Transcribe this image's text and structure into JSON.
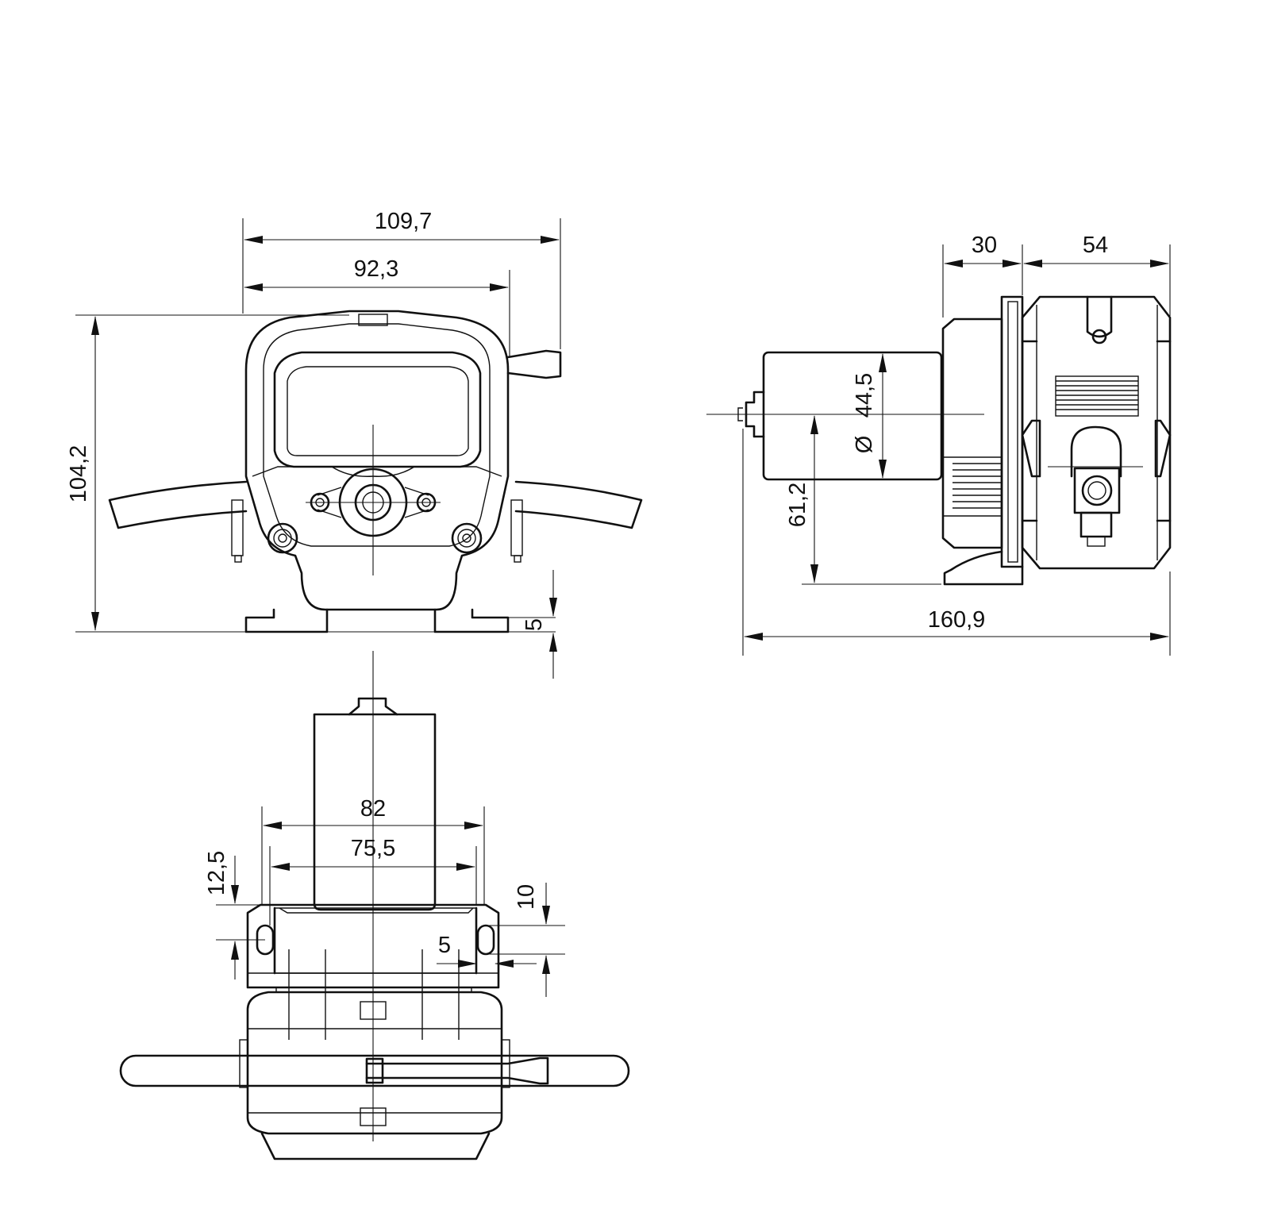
{
  "dimensions": {
    "front": {
      "overall_width": "109,7",
      "body_width": "92,3",
      "height": "104,2",
      "foot_height": "5"
    },
    "side": {
      "bracket_depth": "30",
      "head_depth": "54",
      "motor_diameter": "44,5",
      "diameter_symbol": "Ø",
      "shaft_height": "61,2",
      "overall_length": "160,9"
    },
    "top": {
      "mount_width": "82",
      "hole_spacing": "75,5",
      "edge_offset": "12,5",
      "slot_length": "10",
      "slot_width": "5"
    }
  }
}
